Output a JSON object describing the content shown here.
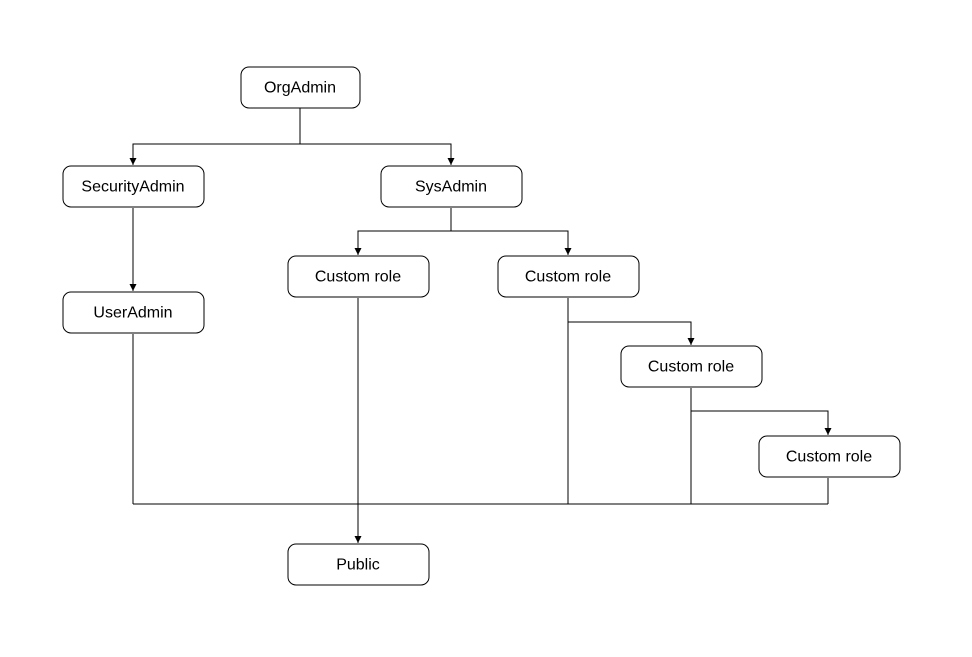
{
  "diagram": {
    "nodes": {
      "org_admin": "OrgAdmin",
      "security_admin": "SecurityAdmin",
      "sys_admin": "SysAdmin",
      "user_admin": "UserAdmin",
      "custom_role_1": "Custom role",
      "custom_role_2": "Custom role",
      "custom_role_3": "Custom role",
      "custom_role_4": "Custom role",
      "public": "Public"
    }
  },
  "colors": {
    "line": "#000000",
    "node_fill": "#ffffff",
    "node_border": "#000000"
  }
}
